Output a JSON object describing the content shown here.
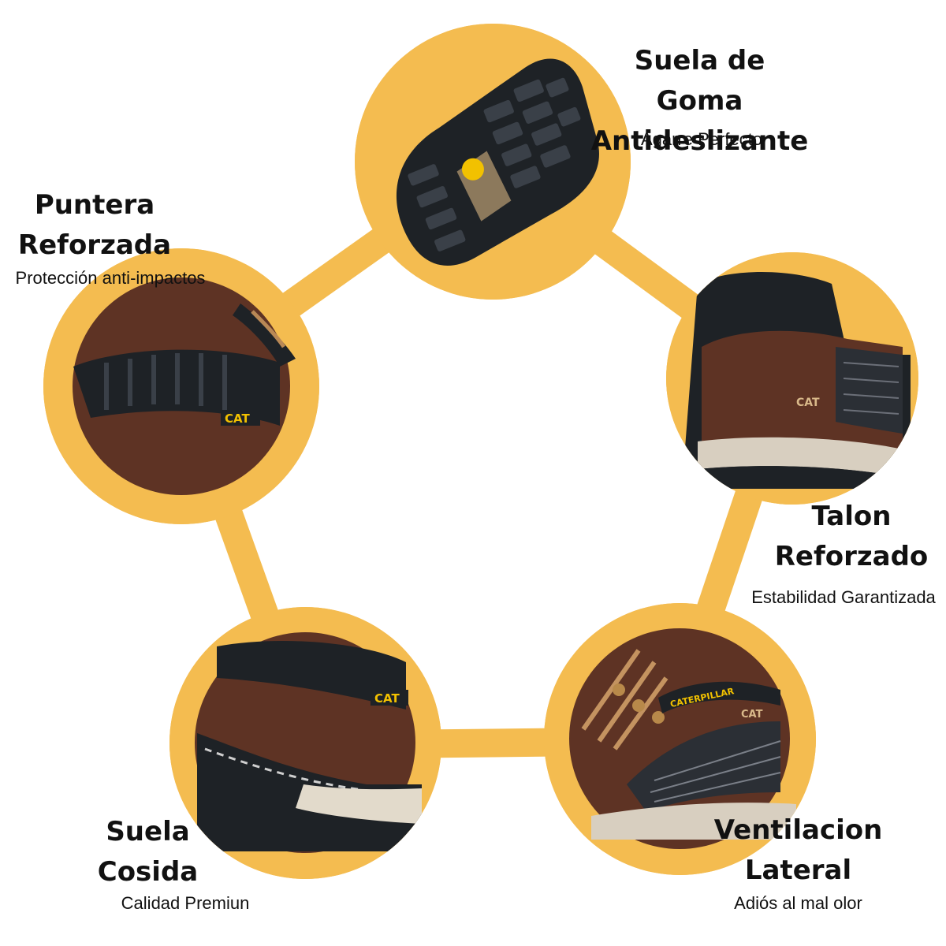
{
  "features": {
    "sole": {
      "title": "Suela de Goma Antideslizante",
      "title_line1": "Suela de Goma",
      "title_line2": "Antideslizante",
      "subtitle": "Agarre Perfecto",
      "image": "rubber-sole-tread-photo"
    },
    "toe": {
      "title_line1": "Puntera",
      "title_line2": "Reforzada",
      "subtitle": "Protección anti-impactos",
      "image": "reinforced-toe-photo"
    },
    "heel": {
      "title_line1": "Talon",
      "title_line2": "Reforzado",
      "subtitle": "Estabilidad Garantizada",
      "image": "reinforced-heel-photo"
    },
    "stitched": {
      "title_line1": "Suela",
      "title_line2": "Cosida",
      "subtitle": "Calidad Premiun",
      "image": "stitched-sole-photo"
    },
    "vent": {
      "title_line1": "Ventilacion",
      "title_line2": "Lateral",
      "subtitle": "Adiós al mal olor",
      "image": "side-ventilation-photo"
    }
  },
  "colors": {
    "accent": "#f4bc50",
    "leather": "#5e3324",
    "rubber": "#1e2226",
    "text": "#111111"
  },
  "brand_marks": [
    "CAT",
    "CATERPILLAR"
  ]
}
